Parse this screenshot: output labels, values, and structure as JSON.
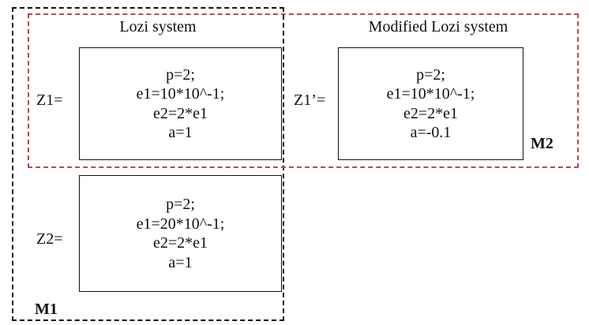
{
  "groups": {
    "m1": {
      "label": "M1",
      "color": "#111111"
    },
    "m2": {
      "label": "M2",
      "color": "#b94a4a"
    }
  },
  "titles": {
    "lozi": "Lozi system",
    "modified_lozi": "Modified Lozi system"
  },
  "blocks": {
    "z1": {
      "label": "Z1=",
      "lines": [
        "p=2;",
        "e1=10*10^-1;",
        "e2=2*e1",
        "a=1"
      ]
    },
    "z2": {
      "label": "Z2=",
      "lines": [
        "p=2;",
        "e1=20*10^-1;",
        "e2=2*e1",
        "a=1"
      ]
    },
    "z1_prime": {
      "label": "Z1’=",
      "lines": [
        "p=2;",
        "e1=10*10^-1;",
        "e2=2*e1",
        "a=-0.1"
      ]
    }
  }
}
